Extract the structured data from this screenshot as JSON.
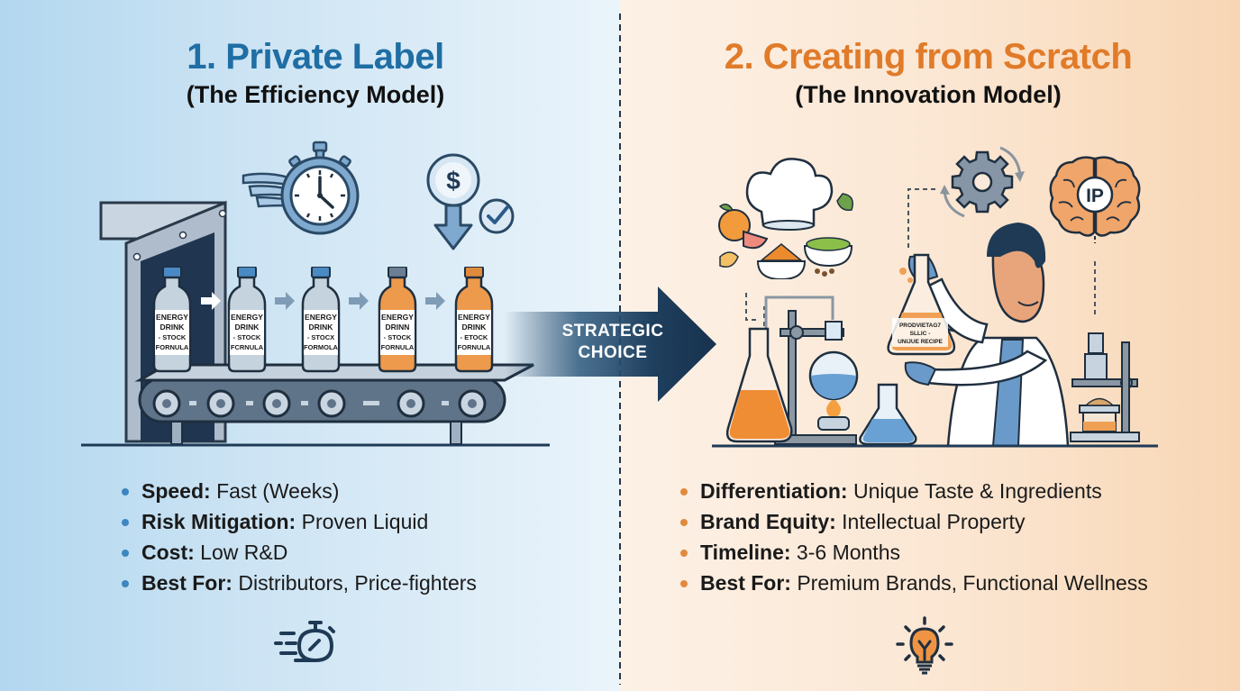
{
  "colors": {
    "left_accent": "#1f6ea4",
    "right_accent": "#e07b2a",
    "arrow_dark": "#1e3f5e",
    "left_bg_edge": "#b3d7ef",
    "right_bg_edge": "#f8d6b4"
  },
  "left": {
    "title": "1. Private Label",
    "subtitle": "(The Efficiency Model)",
    "icons": [
      "winged-stopwatch-icon",
      "dollar-down-arrow-check-icon"
    ],
    "bottles": [
      {
        "line1": "ENERGY",
        "line2": "DRINK",
        "line3": "- STOCK",
        "line4": "FORNULA",
        "liquid": "clear"
      },
      {
        "line1": "ENERGY",
        "line2": "DRINK",
        "line3": "- STOCK",
        "line4": "FCRNULA",
        "liquid": "clear"
      },
      {
        "line1": "ENERGY",
        "line2": "DRINK",
        "line3": "- STOCX",
        "line4": "FORMOLA",
        "liquid": "clear"
      },
      {
        "line1": "ENERGY",
        "line2": "DRINN",
        "line3": "- STOCK",
        "line4": "FORNULA",
        "liquid": "orange"
      },
      {
        "line1": "ENERGY",
        "line2": "DRINK",
        "line3": "- ETOCK",
        "line4": "FORNULA",
        "liquid": "orange"
      }
    ],
    "bullets": [
      {
        "label": "Speed:",
        "value": " Fast (Weeks)"
      },
      {
        "label": "Risk Mitigation:",
        "value": " Proven Liquid"
      },
      {
        "label": "Cost:",
        "value": " Low R&D"
      },
      {
        "label": "Best For:",
        "value": " Distributors, Price-fighters"
      }
    ],
    "bottom_icon": "fast-stopwatch-icon"
  },
  "center": {
    "arrow_line1": "STRATEGIC",
    "arrow_line2": "CHOICE"
  },
  "right": {
    "title": "2. Creating from Scratch",
    "subtitle": "(The Innovation Model)",
    "icons": [
      "chef-hat-ingredients-icon",
      "gear-cycle-icon",
      "brain-ip-icon"
    ],
    "brain_label": "IP",
    "flask_label_line1": "PRODVIETAG7",
    "flask_label_line2": "SLLIC -",
    "flask_label_line3": "UNIJUE RECIPE",
    "bullets": [
      {
        "label": "Differentiation:",
        "value": " Unique Taste & Ingredients"
      },
      {
        "label": "Brand Equity:",
        "value": " Intellectual Property"
      },
      {
        "label": "Timeline:",
        "value": " 3-6 Months"
      },
      {
        "label": "Best For:",
        "value": " Premium Brands, Functional Wellness"
      }
    ],
    "bottom_icon": "lightbulb-icon"
  }
}
